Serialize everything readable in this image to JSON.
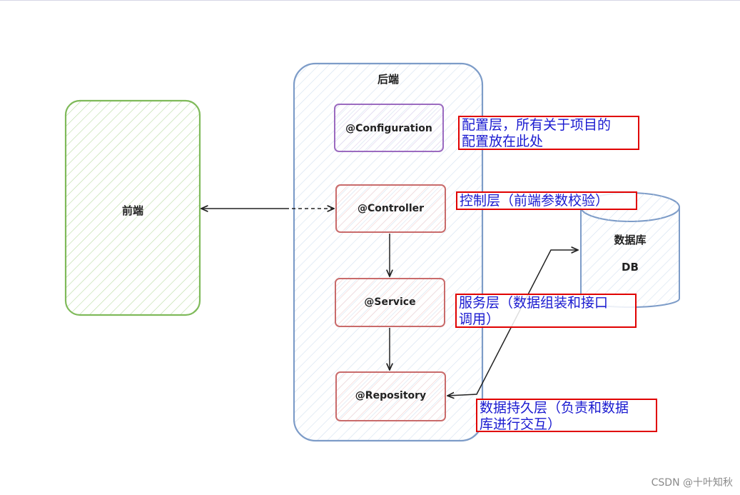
{
  "frontend": {
    "label": "前端"
  },
  "backend": {
    "title": "后端",
    "configuration": "@Configuration",
    "controller": "@Controller",
    "service": "@Service",
    "repository": "@Repository"
  },
  "database": {
    "label": "数据库",
    "sublabel": "DB"
  },
  "annotations": {
    "configuration": [
      "配置层，所有关于项目的",
      "配置放在此处"
    ],
    "controller": [
      "控制层（前端参数校验）"
    ],
    "service": [
      "服务层（数据组装和接口",
      "调用）"
    ],
    "repository": [
      "数据持久层（负责和数据",
      "库进行交互）"
    ]
  },
  "colors": {
    "frontend": "#7fba5a",
    "backend": "#7d9cc8",
    "configuration": "#9b6bc0",
    "layer": "#c96b6b",
    "database": "#7d9cc8",
    "annotation_border": "#e00000",
    "annotation_text": "#1a1ad0"
  },
  "watermark": "CSDN @十叶知秋"
}
